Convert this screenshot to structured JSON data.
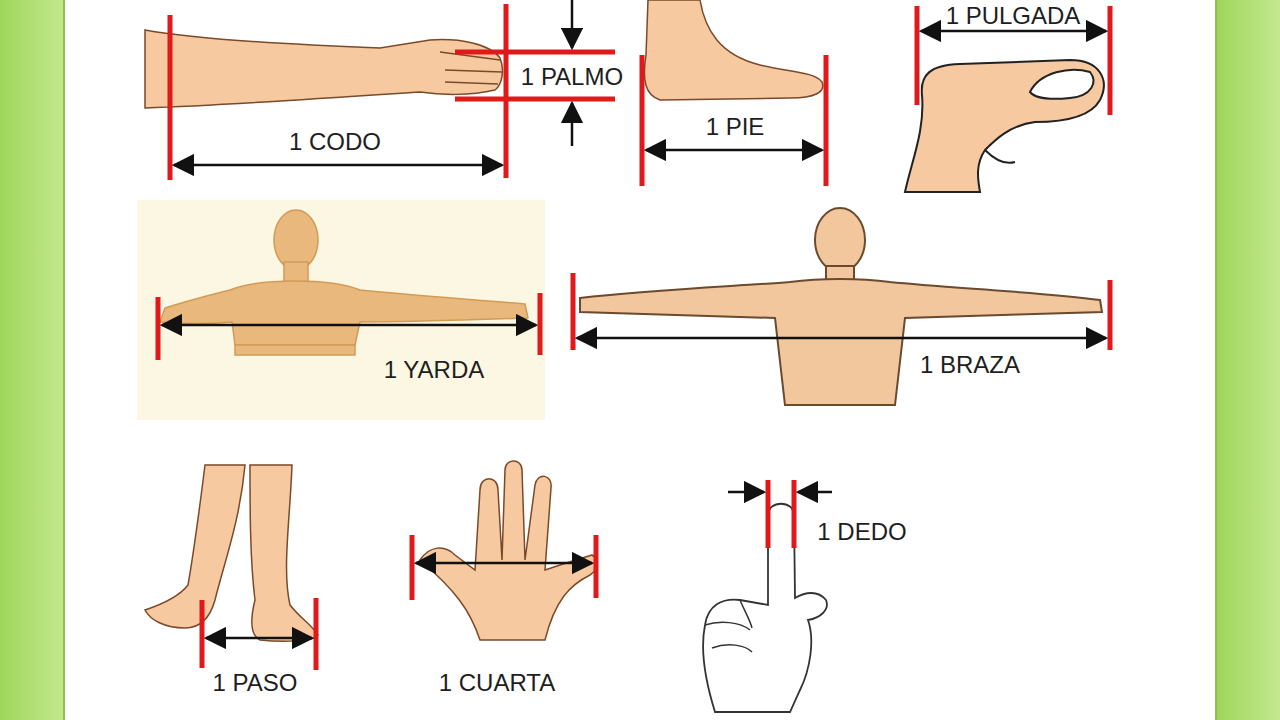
{
  "diagram": {
    "labels": [
      "1 PULGADA",
      "1 PALMO",
      "1 CODO",
      "1 PIE",
      "1 YARDA",
      "1 BRAZA",
      "1 DEDO",
      "1 PASO",
      "1 CUARTA"
    ]
  }
}
